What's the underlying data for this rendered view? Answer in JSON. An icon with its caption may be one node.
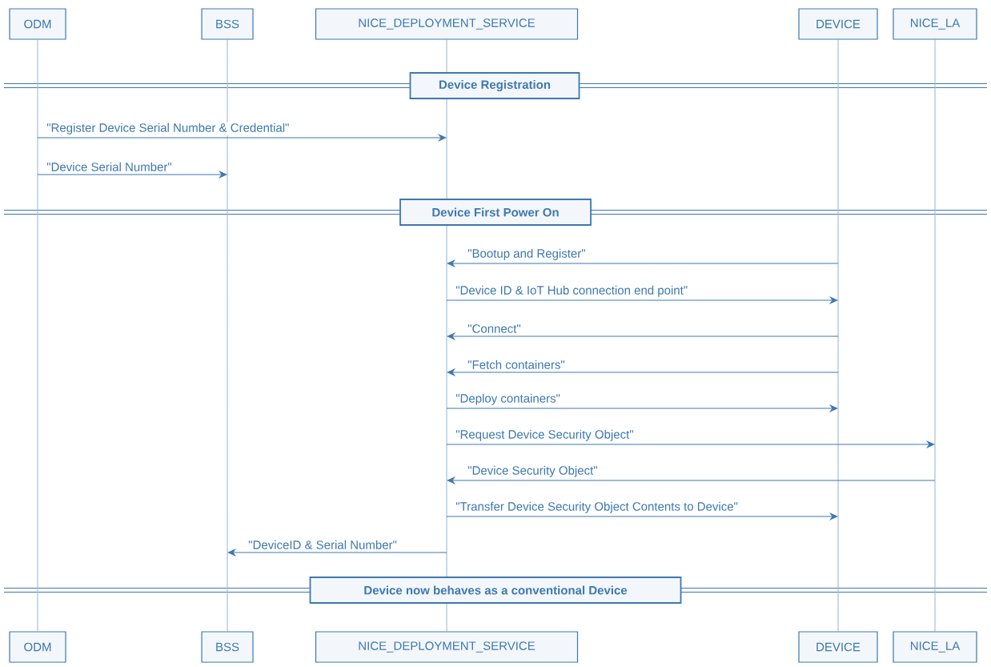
{
  "diagram": {
    "nodes": [
      {
        "text": [
          "ODM"
        ]
      },
      {
        "text": [
          "BSS"
        ]
      },
      {
        "text": [
          "NICE_DEPLOYMENT_SERVICE"
        ]
      },
      {
        "text": [
          "DEVICE"
        ]
      },
      {
        "text": [
          "NICE_LA"
        ]
      },
      {
        "text": [],
        "shape": "bar"
      },
      {
        "text": [],
        "shape": "bar"
      },
      {
        "text": [],
        "shape": "bar"
      },
      {
        "text": [],
        "shape": "bar"
      },
      {
        "text": [],
        "shape": "bar"
      },
      {
        "text": [
          "Device Registration"
        ]
      },
      {
        "text": [
          "Device First Power On"
        ]
      },
      {
        "text": [
          "Device now behaves as a conventional Device"
        ]
      },
      {
        "text": [
          "ODM"
        ]
      },
      {
        "text": [
          "BSS"
        ]
      },
      {
        "text": [
          "NICE_DEPLOYMENT_SERVICE"
        ]
      },
      {
        "text": [
          "DEVICE"
        ]
      },
      {
        "text": [
          "NICE_LA"
        ]
      }
    ],
    "edges": [
      {
        "from": 5,
        "to": 7,
        "arrow": "to",
        "label": "\"Register Device Serial Number & Credential\""
      },
      {
        "from": 5,
        "to": 6,
        "arrow": "to",
        "label": "\"Device Serial Number\""
      },
      {
        "from": 8,
        "to": 7,
        "arrow": "to",
        "label": "\"Bootup and Register\""
      },
      {
        "from": 7,
        "to": 8,
        "arrow": "to",
        "label": "\"Device ID & IoT Hub connection end point\""
      },
      {
        "from": 8,
        "to": 7,
        "arrow": "to",
        "label": "\"Connect\""
      },
      {
        "from": 8,
        "to": 7,
        "arrow": "to",
        "label": "\"Fetch containers\""
      },
      {
        "from": 7,
        "to": 8,
        "arrow": "to",
        "label": "\"Deploy containers\""
      },
      {
        "from": 7,
        "to": 9,
        "arrow": "to",
        "label": "\"Request Device Security Object\""
      },
      {
        "from": 9,
        "to": 7,
        "arrow": "to",
        "label": "\"Device Security Object\""
      },
      {
        "from": 7,
        "to": 8,
        "arrow": "to",
        "label": "\"Transfer Device Security Object Contents to Device\""
      },
      {
        "from": 7,
        "to": 6,
        "arrow": "to",
        "label": "\"DeviceID & Serial Number\""
      }
    ]
  }
}
